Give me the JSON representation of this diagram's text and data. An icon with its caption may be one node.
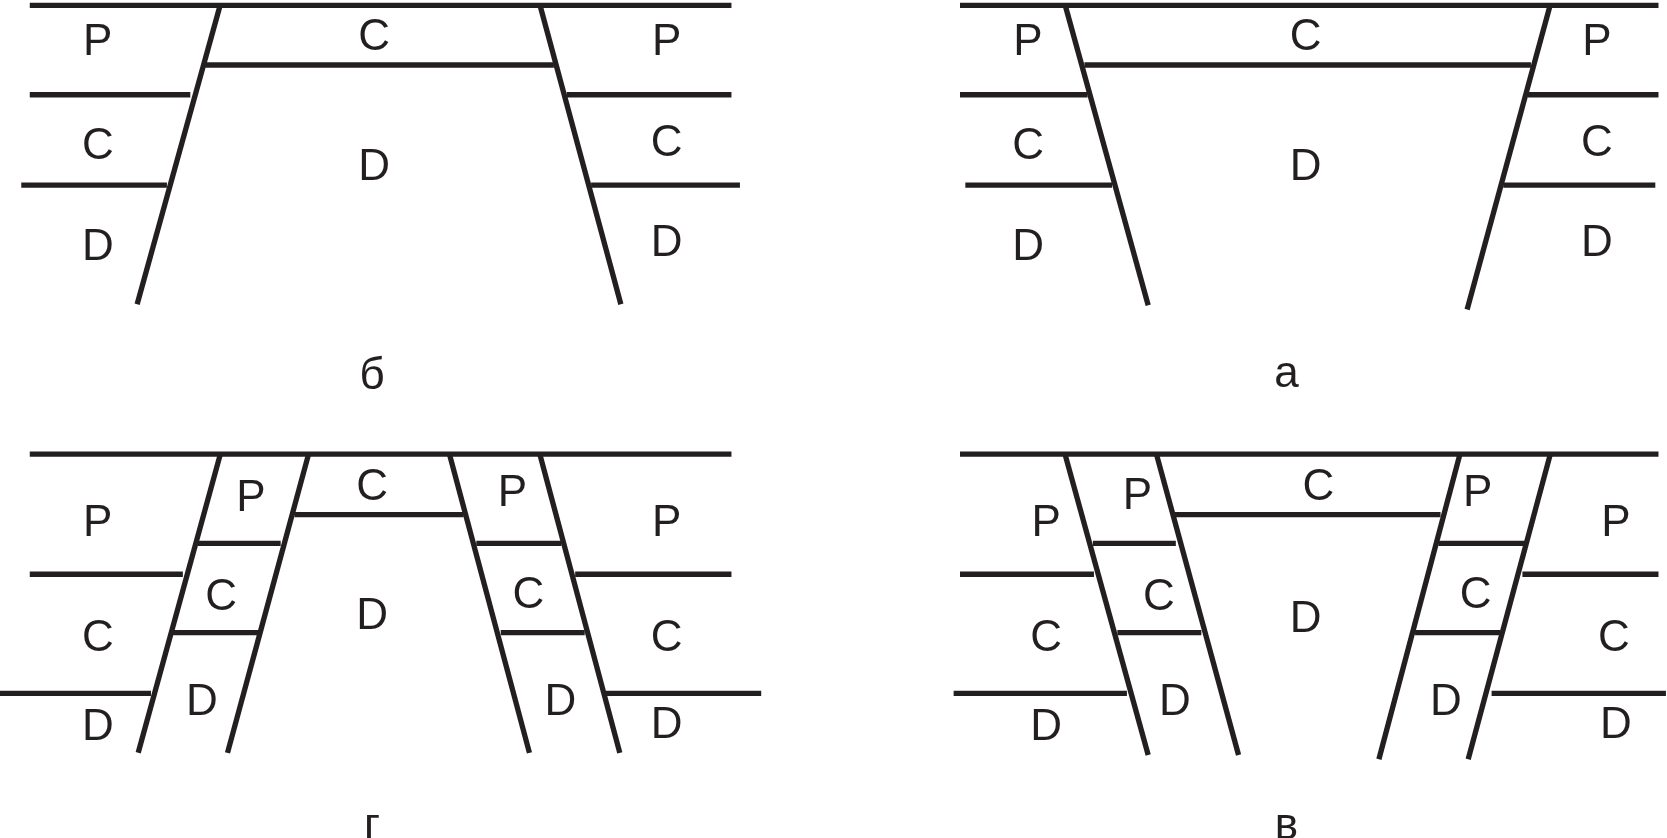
{
  "diagram": {
    "labels": [
      "P",
      "C",
      "P",
      "C",
      "D",
      "C",
      "D",
      "D",
      "б",
      "P",
      "C",
      "P",
      "C",
      "D",
      "C",
      "D",
      "D",
      "а",
      "P",
      "P",
      "C",
      "P",
      "P",
      "C",
      "D",
      "C",
      "C",
      "C",
      "D",
      "D",
      "D",
      "D",
      "г",
      "P",
      "P",
      "C",
      "P",
      "P",
      "C",
      "D",
      "C",
      "C",
      "C",
      "D",
      "D",
      "D",
      "D",
      "в"
    ]
  }
}
